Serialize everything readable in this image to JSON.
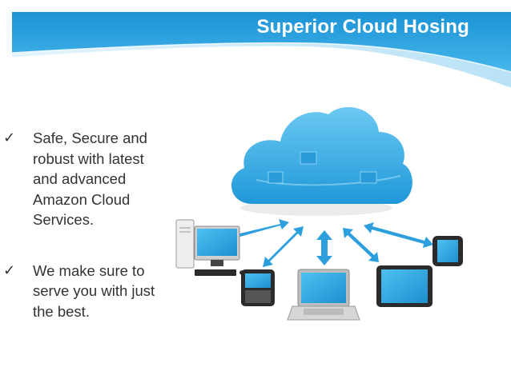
{
  "slide": {
    "title": "Superior Cloud Hosing",
    "bullets": [
      "Safe, Secure and robust with latest and advanced Amazon Cloud Services.",
      "We make sure to serve you with just the best."
    ]
  },
  "icons": [
    "check-icon",
    "cloud-icon",
    "desktop-computer-icon",
    "smartphone-icon",
    "laptop-icon",
    "tablet-icon",
    "arrow-icon"
  ],
  "colors": {
    "banner": "#2aa4e0",
    "banner_light": "#d9f0fb",
    "cloud": "#45b4e8",
    "text": "#333333"
  }
}
